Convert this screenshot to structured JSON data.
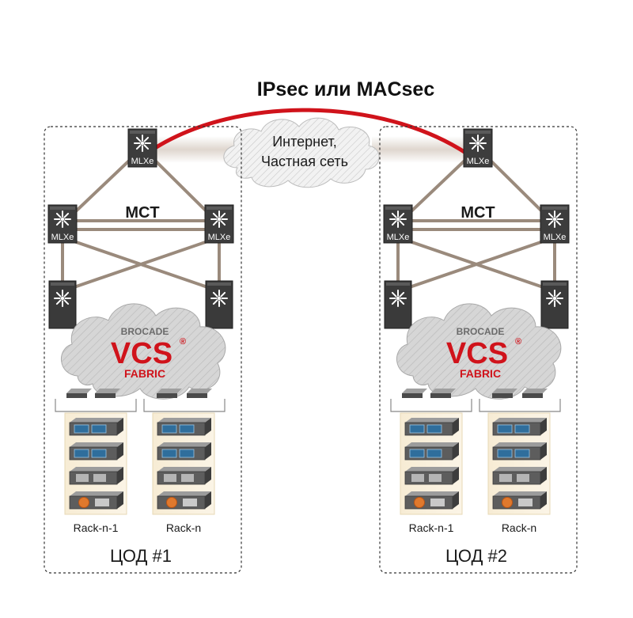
{
  "title": "IPsec или MACsec",
  "cloud_label_line1": "Интернет,",
  "cloud_label_line2": "Частная сеть",
  "colors": {
    "link_red": "#d0131b",
    "link_brown": "#9a8a7c",
    "switch_dark": "#3a3a3a",
    "vcs_red": "#d0131b",
    "dashed_border": "#333333"
  },
  "datacenters": [
    {
      "id": "dc1",
      "label": "ЦОД #1",
      "mct_label": "MCT",
      "router_label": "MLXe",
      "vcs": {
        "brand": "BROCADE",
        "name": "VCS",
        "reg": "®",
        "sub": "FABRIC"
      },
      "racks": [
        {
          "label": "Rack-n-1"
        },
        {
          "label": "Rack-n"
        }
      ]
    },
    {
      "id": "dc2",
      "label": "ЦОД #2",
      "mct_label": "MCT",
      "router_label": "MLXe",
      "vcs": {
        "brand": "BROCADE",
        "name": "VCS",
        "reg": "®",
        "sub": "FABRIC"
      },
      "racks": [
        {
          "label": "Rack-n-1"
        },
        {
          "label": "Rack-n"
        }
      ]
    }
  ]
}
